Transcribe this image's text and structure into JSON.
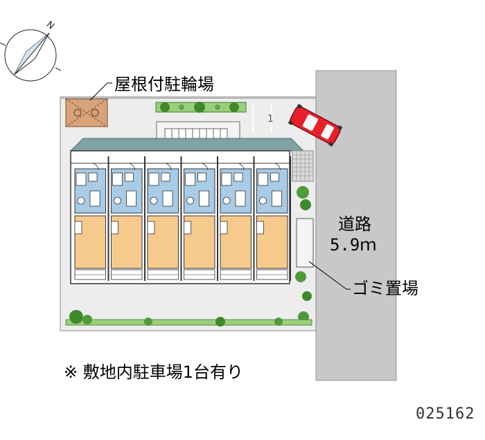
{
  "labels": {
    "bicycle_parking": "屋根付駐輪場",
    "road_name": "道路",
    "road_width": "5.9ｍ",
    "garbage": "ゴミ置場",
    "note": "※ 敷地内駐車場1台有り",
    "listing_code": "025162",
    "compass_letter": "N",
    "parking_number": "1"
  },
  "icons": {
    "compass": "compass-icon",
    "car": "car-icon",
    "trees": "tree-icon"
  },
  "colors": {
    "road": "#c8c8c8",
    "site": "#ededed",
    "building_roof": "#7fa3a3",
    "room_floor": "#f6c98d",
    "wet_area": "#a8cbe6",
    "greenery": "#4f9a3c",
    "car": "#e8202a",
    "bike_shed": "#d8a37a"
  }
}
